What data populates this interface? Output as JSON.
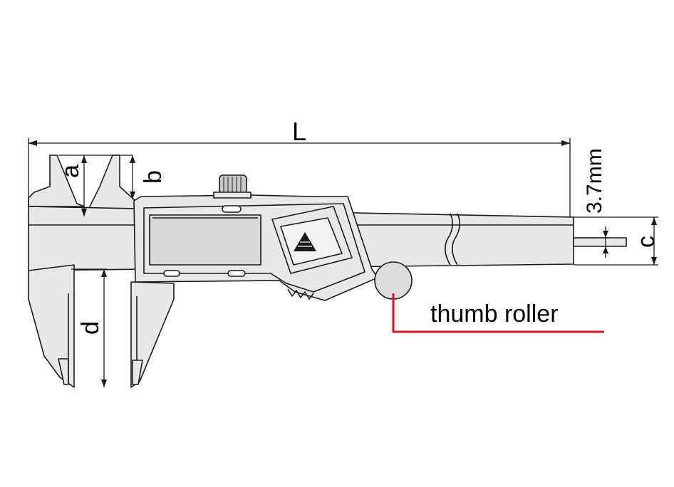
{
  "labels": {
    "overall_length": "L",
    "upper_jaw_depth": "a",
    "upper_jaw_width": "b",
    "depth_rod": "c",
    "lower_jaw_depth": "d",
    "rod_diameter": "3.7mm",
    "thumb_roller": "thumb roller"
  },
  "colors": {
    "outline": "#1a1a1a",
    "fill": "#e8e8e8",
    "display": "#d9d9d9",
    "leader": "#e0101e",
    "background": "#ffffff"
  },
  "icons": {
    "brand_logo": "triangle-logo-icon"
  }
}
